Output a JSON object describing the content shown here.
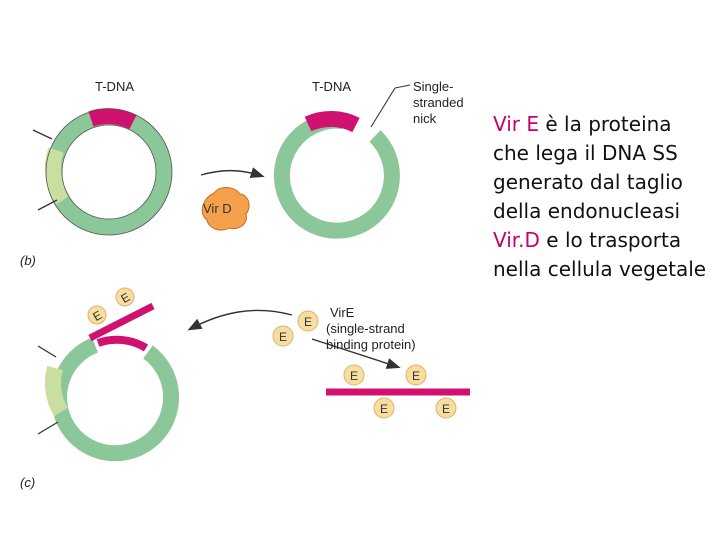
{
  "diagram": {
    "labels": {
      "tdna_left": "T-DNA",
      "tdna_right": "T-DNA",
      "nick_line1": "Single-",
      "nick_line2": "stranded",
      "nick_line3": "nick",
      "vird": "Vir D",
      "panel_b": "(b)",
      "panel_c": "(c)",
      "vire_line1": "VirE",
      "vire_line2": "(single-strand",
      "vire_line3": "binding protein)",
      "e_letter": "E"
    },
    "colors": {
      "ring_green": "#8cc79a",
      "ring_light_green": "#c9dfa0",
      "tdna_magenta": "#d0116f",
      "vird_orange": "#f5a04b",
      "e_bead": "#f8dda0"
    }
  },
  "caption": {
    "part1": "Vir E",
    "part2": " è la proteina che lega il DNA SS generato dal taglio della endonucleasi ",
    "part3": "Vir.D",
    "part4": " e lo trasporta nella cellula vegetale"
  }
}
